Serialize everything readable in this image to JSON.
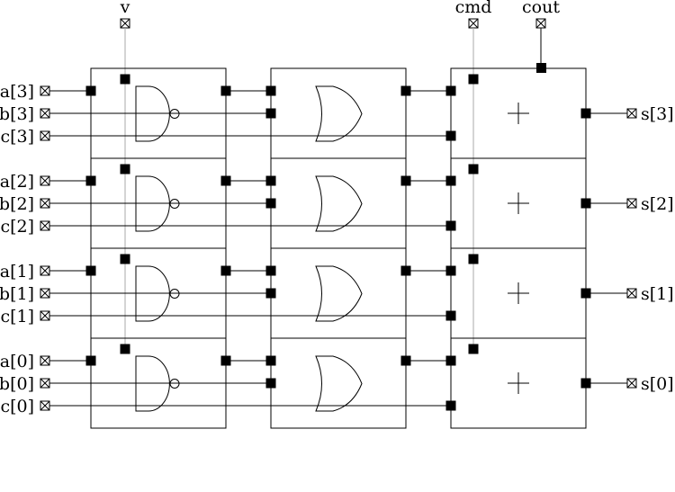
{
  "labels": {
    "v": "v",
    "cmd": "cmd",
    "cout": "cout",
    "rows": [
      {
        "a": "a[3]",
        "b": "b[3]",
        "c": "c[3]",
        "s": "s[3]"
      },
      {
        "a": "a[2]",
        "b": "b[2]",
        "c": "c[2]",
        "s": "s[2]"
      },
      {
        "a": "a[1]",
        "b": "b[1]",
        "c": "c[1]",
        "s": "s[1]"
      },
      {
        "a": "a[0]",
        "b": "b[0]",
        "c": "c[0]",
        "s": "s[0]"
      }
    ]
  }
}
